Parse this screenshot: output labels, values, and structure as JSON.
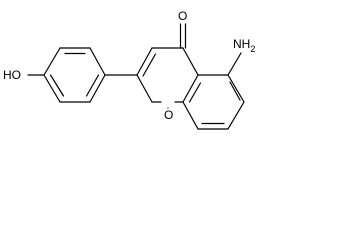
{
  "molecule": {
    "atom_labels": {
      "hydroxyl": "HO",
      "carbonyl_oxygen": "O",
      "ring_oxygen": "O",
      "amino": "NH2",
      "amino_main": "NH",
      "amino_subscript": "2"
    },
    "colors": {
      "bond": "#000000",
      "label": "#000000",
      "background": "#ffffff"
    }
  }
}
